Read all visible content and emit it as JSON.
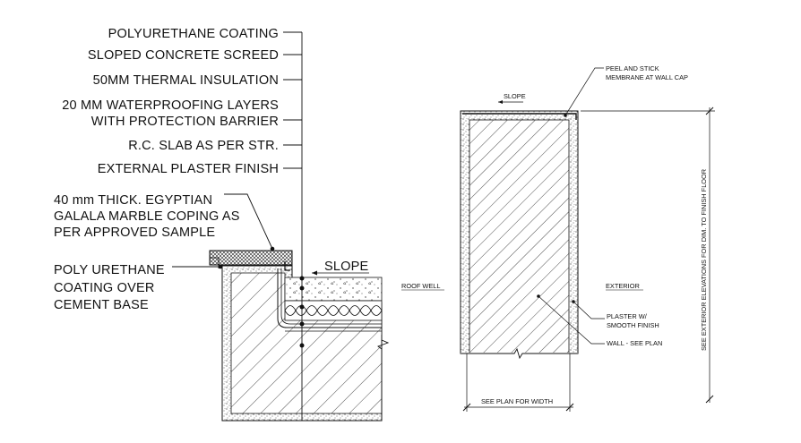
{
  "left_detail": {
    "callouts": [
      "POLYURETHANE COATING",
      "SLOPED CONCRETE SCREED",
      "50MM THERMAL INSULATION",
      "20 MM WATERPROOFING LAYERS",
      "WITH PROTECTION BARRIER",
      "R.C.  SLAB AS PER STR.",
      "EXTERNAL PLASTER FINISH"
    ],
    "coping_note": [
      "40 mm THICK. EGYPTIAN",
      "GALALA MARBLE COPING AS",
      "PER APPROVED SAMPLE"
    ],
    "coating_note": [
      "POLY URETHANE",
      "COATING OVER",
      "CEMENT BASE"
    ],
    "slope_label": "SLOPE"
  },
  "right_detail": {
    "slope_label": "SLOPE",
    "membrane_note": [
      "PEEL AND STICK",
      "MEMBRANE AT WALL CAP"
    ],
    "roof_well_label": "ROOF WELL",
    "exterior_label": "EXTERIOR",
    "plaster_note": [
      "PLASTER W/",
      "SMOOTH FINISH"
    ],
    "wall_note": "WALL - SEE PLAN",
    "width_dim_label": "SEE PLAN FOR WIDTH",
    "height_dim_label": "SEE EXTERIOR ELEVATIONS FOR DIM. TO FINISH FLOOR"
  },
  "colors": {
    "ink": "#111111",
    "background": "#ffffff"
  }
}
